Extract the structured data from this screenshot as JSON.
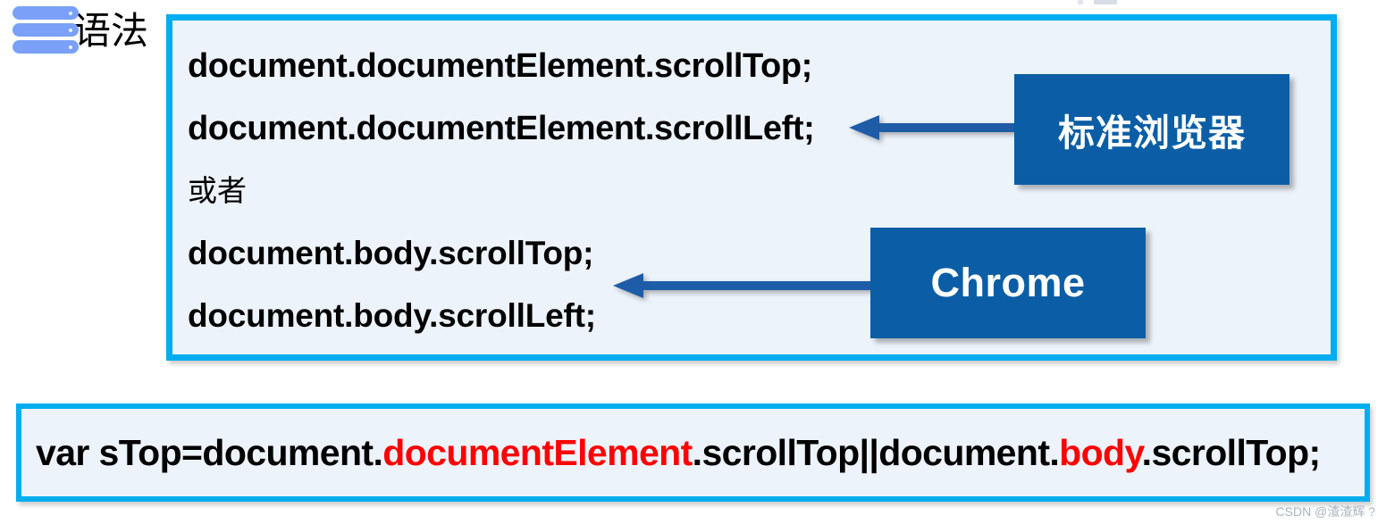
{
  "heading": {
    "icon": "stacked-bars-icon",
    "text": "语法"
  },
  "syntax_panel": {
    "border_color": "#00adef",
    "background_color": "#edf3fb",
    "lines": [
      {
        "text": "document.documentElement.scrollTop;",
        "style": "narrow"
      },
      {
        "text": "document.documentElement.scrollLeft;",
        "style": "narrow"
      },
      {
        "text": "或者",
        "style": "cjk-plain"
      },
      {
        "text": "document.body.scrollTop;",
        "style": "wide"
      },
      {
        "text": "document.body.scrollLeft;",
        "style": "wide"
      }
    ]
  },
  "callouts": [
    {
      "name": "standard-browser",
      "label": "标准浏览器",
      "color": "#0b5ea5",
      "text_color": "#ffffff",
      "points_to": "document.documentElement.scrollLeft;"
    },
    {
      "name": "chrome",
      "label": "Chrome",
      "color": "#0b5ea5",
      "text_color": "#ffffff",
      "points_to": "document.body.scrollLeft;"
    }
  ],
  "arrows": [
    {
      "name": "arrow-to-standard",
      "direction": "left",
      "color": "#1f5ca8"
    },
    {
      "name": "arrow-to-chrome",
      "direction": "left",
      "color": "#1f5ca8"
    }
  ],
  "result_panel": {
    "border_color": "#00adef",
    "background_color": "#edf3fb",
    "highlight_color": "#ff0000",
    "segments": [
      {
        "text": "var sTop=document.",
        "highlight": false
      },
      {
        "text": "documentElement",
        "highlight": true
      },
      {
        "text": ".scrollTop||document.",
        "highlight": false
      },
      {
        "text": "body",
        "highlight": true
      },
      {
        "text": ".scrollTop;",
        "highlight": false
      }
    ],
    "full_text": "var sTop=document.documentElement.scrollTop||document.body.scrollTop;"
  },
  "watermark": {
    "text": "CSDN @渣渣辉 ?",
    "color": "#a9b4bf"
  }
}
